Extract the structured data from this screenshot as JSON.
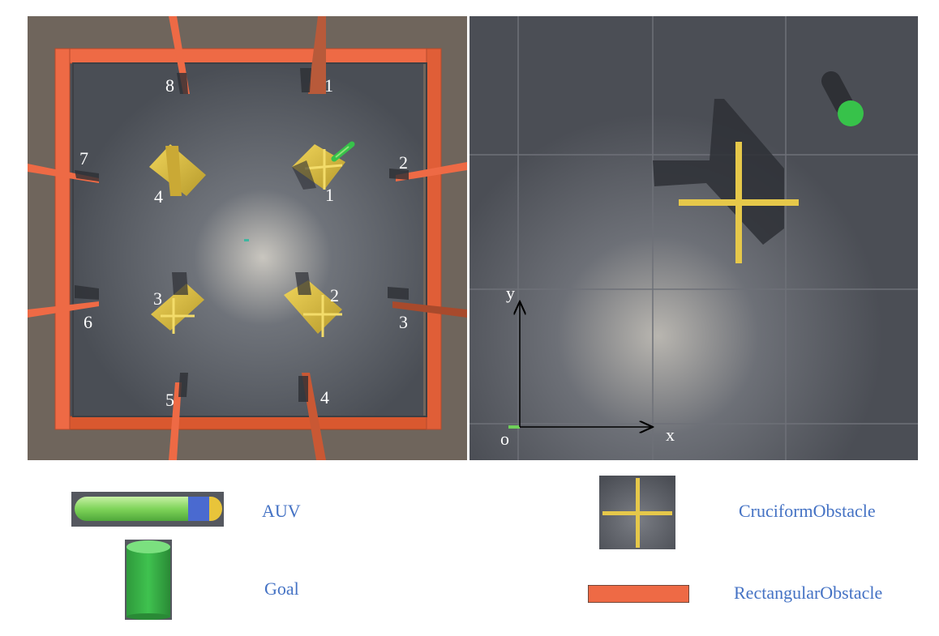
{
  "left_scene": {
    "rect_obstacle_labels": [
      "1",
      "2",
      "3",
      "4",
      "5",
      "6",
      "7",
      "8"
    ],
    "cruciform_labels": [
      "1",
      "2",
      "3",
      "4"
    ]
  },
  "right_scene": {
    "axis_x": "x",
    "axis_y": "y",
    "origin": "o"
  },
  "legend": {
    "auv": "AUV",
    "goal": "Goal",
    "cruciform": "CruciformObstacle",
    "rectangular": "RectangularObstacle"
  },
  "colors": {
    "rect_obstacle": "#ee6a45",
    "cruciform": "#e6c84a",
    "auv": "#7fd45a",
    "goal": "#37c24a",
    "legend_text": "#4472c4"
  }
}
